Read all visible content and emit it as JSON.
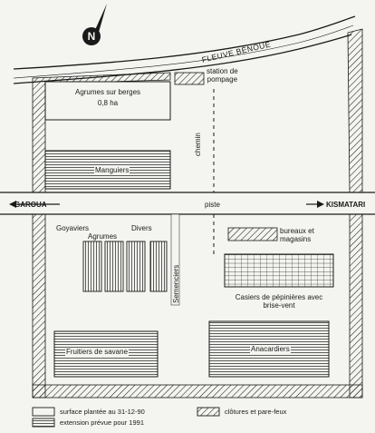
{
  "map": {
    "river_name": "FLEUVE BÉNOUÉ",
    "pumping_station": [
      "station de",
      "pompage"
    ],
    "road_west": "GAROUA",
    "road_east": "KISMATARI",
    "road_label": "piste",
    "path_label": "chemin",
    "seedbeds_label": "Semenciers",
    "plots": {
      "agrumes_berges": [
        "Agrumes sur berges",
        "0,8 ha"
      ],
      "manguiers": "Manguiers",
      "goyaviers": "Goyaviers",
      "agrumes": "Agrumes",
      "divers": "Divers",
      "bureaux": [
        "bureaux et",
        "magasins"
      ],
      "casiers": [
        "Casiers de pépinières avec",
        "brise-vent"
      ],
      "fruitiers": "Fruitiers de savane",
      "anacardiers": "Anacardiers"
    }
  },
  "legend": {
    "planted": "surface plantée au 31-12-90",
    "extension": "extension prévue pour 1991",
    "fences": "clôtures et pare-feux"
  },
  "colors": {
    "ink": "#1a1a1a",
    "paper": "#f4f4f0"
  }
}
